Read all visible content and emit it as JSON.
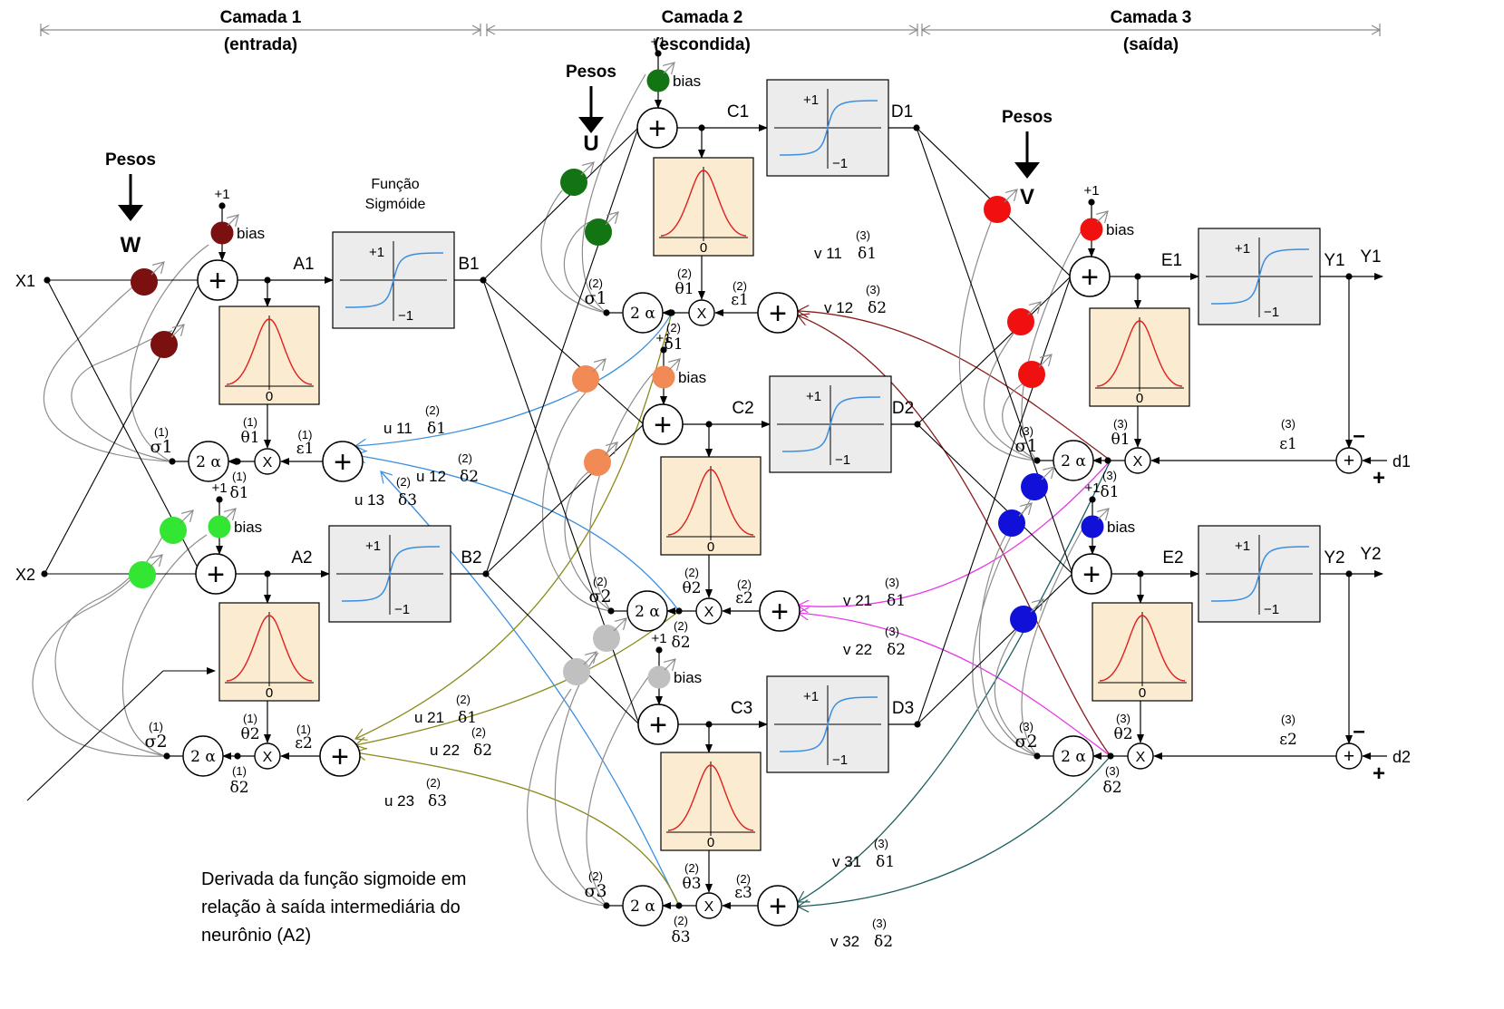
{
  "layers": [
    {
      "title": "Camada 1",
      "subtitle": "(entrada)"
    },
    {
      "title": "Camada 2",
      "subtitle": "(escondida)"
    },
    {
      "title": "Camada 3",
      "subtitle": "(saída)"
    }
  ],
  "weights": {
    "pesos": "Pesos",
    "w": "W",
    "u": "U",
    "v": "V"
  },
  "sigmoid_caption": [
    "Função",
    "Sigmóide"
  ],
  "sigmoid_marks": {
    "plus": "+1",
    "minus": "−1"
  },
  "deriv_mark": "0",
  "bias_label": "bias",
  "bias_plus": "+1",
  "symbols": {
    "sum": "+",
    "mult": "X",
    "two_alpha": "2 α"
  },
  "inputs": [
    "X1",
    "X2"
  ],
  "desired": [
    "d1",
    "d2"
  ],
  "outputs": [
    "Y1",
    "Y2"
  ],
  "nodes": {
    "layer1_sum": [
      "A1",
      "A2"
    ],
    "layer1_out": [
      "B1",
      "B2"
    ],
    "layer2_sum": [
      "C1",
      "C2",
      "C3"
    ],
    "layer2_out": [
      "D1",
      "D2",
      "D3"
    ],
    "layer3_sum": [
      "E1",
      "E2"
    ]
  },
  "signs": {
    "minus": "–",
    "plus": "+"
  },
  "greek": {
    "sigma": "σ",
    "theta": "θ",
    "epsilon": "ε",
    "delta": "δ"
  },
  "superscripts": {
    "l1": "(1)",
    "l2": "(2)",
    "l3": "(3)"
  },
  "backprop_labels": {
    "u": [
      {
        "w": "u",
        "s": "11",
        "d": "1"
      },
      {
        "w": "u",
        "s": "12",
        "d": "2"
      },
      {
        "w": "u",
        "s": "13",
        "d": "3"
      },
      {
        "w": "u",
        "s": "21",
        "d": "1"
      },
      {
        "w": "u",
        "s": "22",
        "d": "2"
      },
      {
        "w": "u",
        "s": "23",
        "d": "3"
      }
    ],
    "v": [
      {
        "w": "v",
        "s": "11",
        "d": "1"
      },
      {
        "w": "v",
        "s": "12",
        "d": "2"
      },
      {
        "w": "v",
        "s": "21",
        "d": "1"
      },
      {
        "w": "v",
        "s": "22",
        "d": "2"
      },
      {
        "w": "v",
        "s": "31",
        "d": "1"
      },
      {
        "w": "v",
        "s": "32",
        "d": "2"
      }
    ]
  },
  "caption": "Derivada da função sigmoide em relação à saída intermediária do neurônio (A2)",
  "colors": {
    "w_weights": "#7b1010",
    "w_bias": "#7b1010",
    "w2_weights": "#33e633",
    "u1_weights": "#137413",
    "u2_weights": "#f28a55",
    "u3_weights": "#c0c0c0",
    "v1_weights": "#f01010",
    "v2_weights": "#1010d8",
    "sigmoid_curve": "#3a8fe0",
    "gaussian_curve": "#e02020",
    "deriv_box_fill": "#fbecd1",
    "sigmoid_box_fill": "#ececec",
    "back_u1": "#3a8fe0",
    "back_u2": "#8a8a1a",
    "back_v1": "#8b1c1c",
    "back_v2": "#e838e8",
    "back_v3": "#1d5f5f",
    "feedback_gray": "#8c8c8c"
  }
}
